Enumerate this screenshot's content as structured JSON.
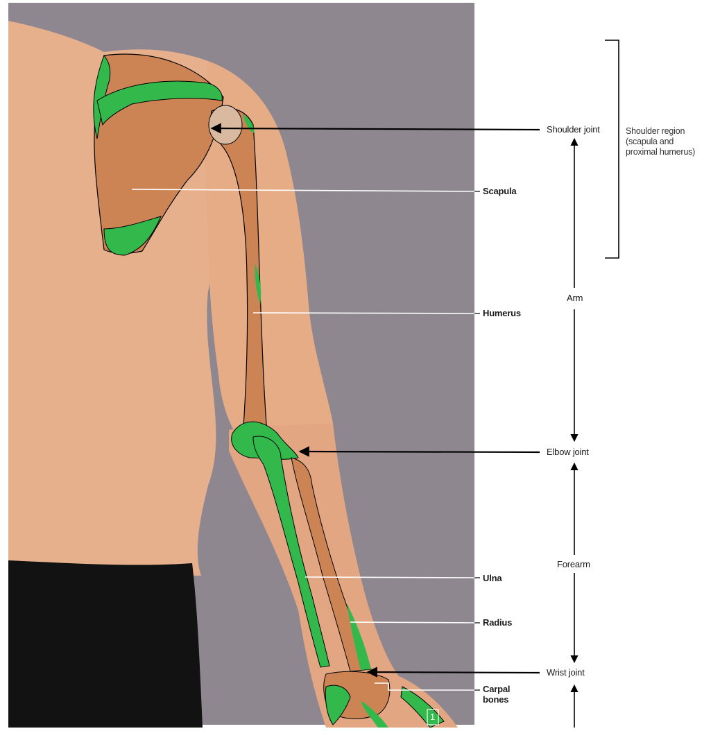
{
  "labels": {
    "shoulder_joint": "Shoulder joint",
    "shoulder_region": "Shoulder region\n(scapula and\nproximal humerus)",
    "scapula": "Scapula",
    "arm": "Arm",
    "humerus": "Humerus",
    "elbow_joint": "Elbow joint",
    "forearm": "Forearm",
    "ulna": "Ulna",
    "radius": "Radius",
    "wrist_joint": "Wrist joint",
    "carpal_bones": "Carpal\nbones",
    "metacarpal_number": "1"
  },
  "colors": {
    "background": "#8f8790",
    "skin": "#e7b08c",
    "bone": "#cc8455",
    "highlight": "#33b84b",
    "leader_line": "#000000",
    "pointer_line": "#ffffff",
    "garment": "#111111"
  }
}
